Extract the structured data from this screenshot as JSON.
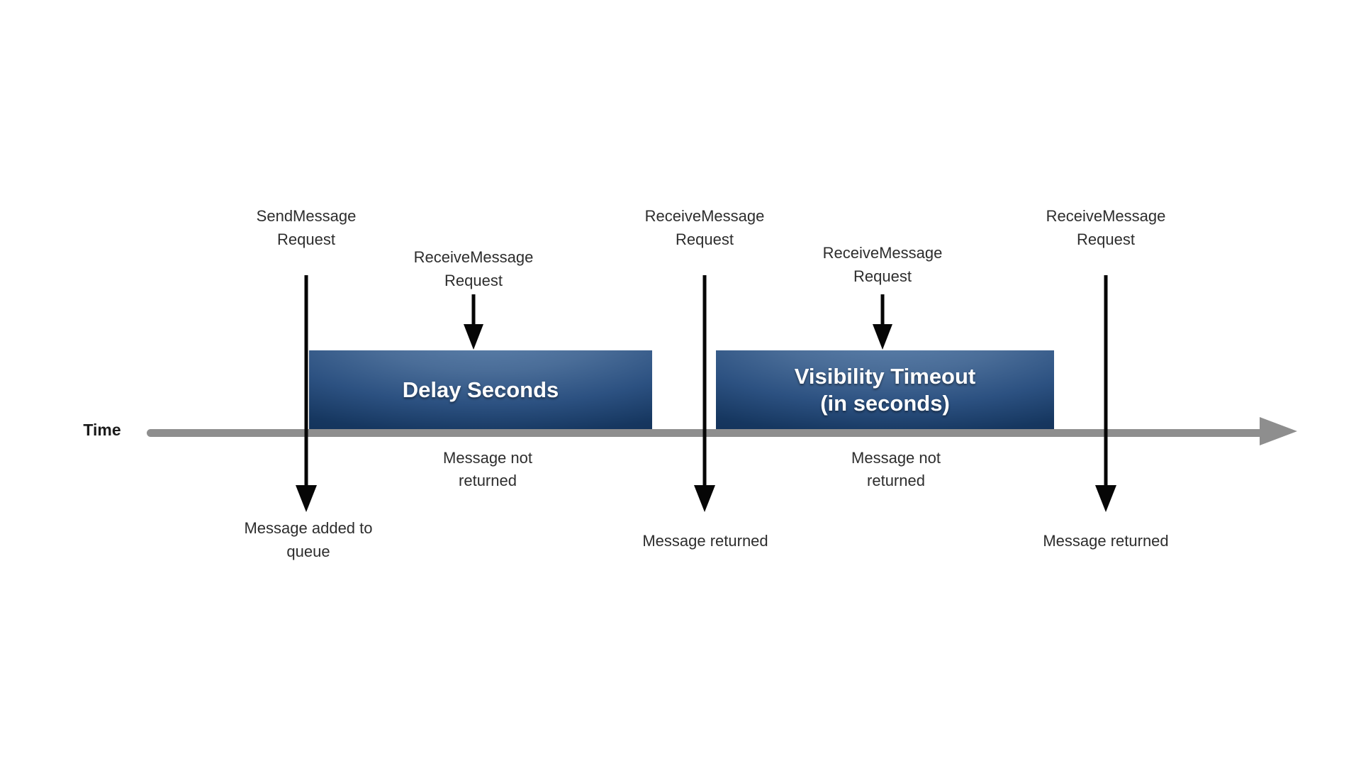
{
  "timeline": {
    "label": "Time"
  },
  "periods": [
    {
      "title": "Delay Seconds",
      "note_line1": "Message not",
      "note_line2": "returned"
    },
    {
      "title": "Visibility Timeout",
      "subtitle": "(in seconds)",
      "note_line1": "Message not",
      "note_line2": "returned"
    }
  ],
  "events": [
    {
      "top_line1": "SendMessage",
      "top_line2": "Request",
      "bottom_line1": "Message added to",
      "bottom_line2": "queue"
    },
    {
      "top_line1": "ReceiveMessage",
      "top_line2": "Request"
    },
    {
      "top_line1": "ReceiveMessage",
      "top_line2": "Request",
      "bottom_line1": "Message returned"
    },
    {
      "top_line1": "ReceiveMessage",
      "top_line2": "Request"
    },
    {
      "top_line1": "ReceiveMessage",
      "top_line2": "Request",
      "bottom_line1": "Message returned"
    }
  ],
  "colors": {
    "box_gradient_light": "#6084ae",
    "box_gradient_dark": "#102c50",
    "timeline_gray": "#8e8e8e",
    "arrow_black": "#060606",
    "label_text": "#2d2d2d",
    "box_text": "#ffffff"
  }
}
